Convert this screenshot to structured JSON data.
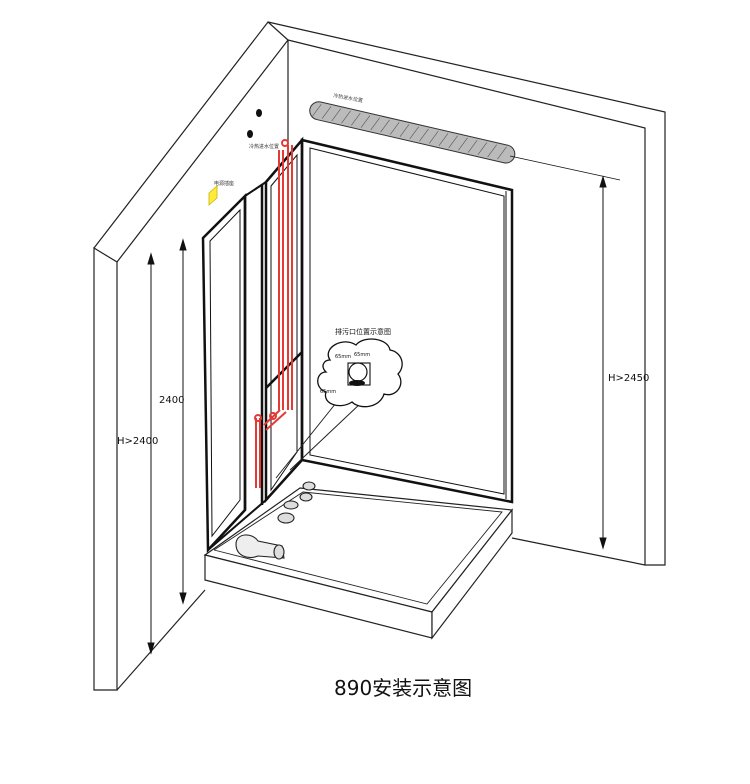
{
  "labels": {
    "cold_hot_inlet_top": "冷热进水位置",
    "cold_hot_inlet_side": "冷热进水位置",
    "socket": "电源插座",
    "drain_title": "排污口位置示意图",
    "drain_dim_a": "65mm",
    "drain_dim_b": "65mm",
    "drain_dim_c": "65mm",
    "height_inner": "2400",
    "height_left": "H>2400",
    "height_right": "H>2450"
  },
  "caption": "890安装示意图"
}
